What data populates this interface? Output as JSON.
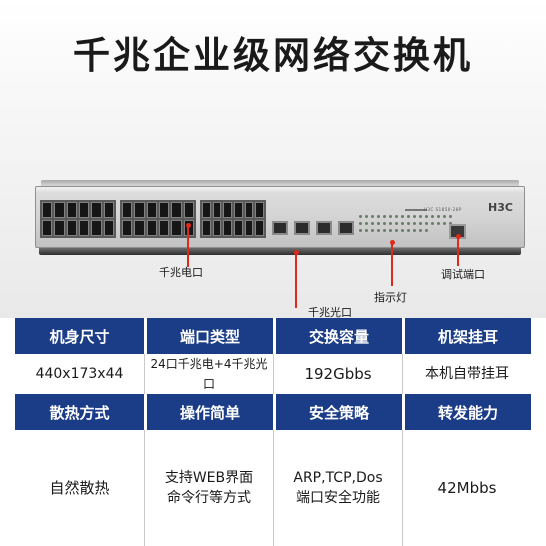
{
  "title": "千兆企业级网络交换机",
  "device": {
    "brand_logo": "H3C",
    "model": "H3C S1850-28P"
  },
  "callouts": {
    "electric_port": "千兆电口",
    "optical_port": "千兆光口",
    "indicator": "指示灯",
    "console_port": "调试端口"
  },
  "specs": {
    "row1_headers": [
      "机身尺寸",
      "端口类型",
      "交换容量",
      "机架挂耳"
    ],
    "row1_values": [
      "440x173x44",
      "24口千兆电+4千兆光口",
      "192Gbbs",
      "本机自带挂耳"
    ],
    "row2_headers": [
      "散热方式",
      "操作简单",
      "安全策略",
      "转发能力"
    ],
    "row2_values": [
      {
        "lines": [
          "自然散热"
        ]
      },
      {
        "lines": [
          "支持WEB界面",
          "命令行等方式"
        ]
      },
      {
        "lines": [
          "ARP,TCP,Dos",
          "端口安全功能"
        ]
      },
      {
        "lines": [
          "42Mbbs"
        ]
      }
    ]
  },
  "colors": {
    "header_bg": "#1b3c86",
    "callout_red": "#e0281b"
  }
}
